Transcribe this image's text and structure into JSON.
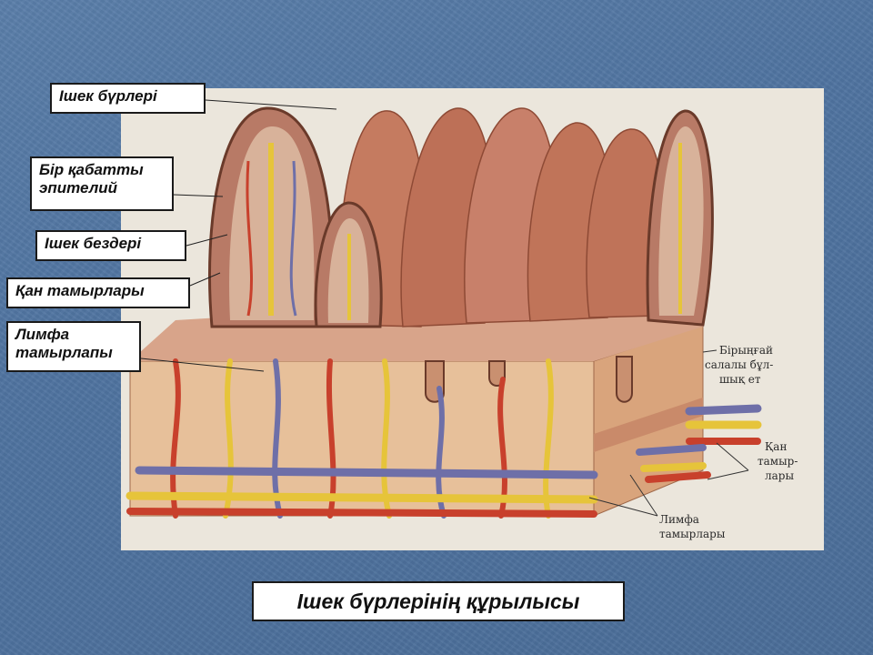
{
  "labels": {
    "villi": "Ішек бүрлері",
    "epithelium_line1": "Бір қабатты",
    "epithelium_line2": "эпителий",
    "glands": "Ішек бездері",
    "blood_vessels": "Қан тамырлары",
    "lymph_line1": "Лимфа",
    "lymph_line2": "тамырлапы"
  },
  "figure_labels": {
    "muscle_line1": "Бірыңғай",
    "muscle_line2": "салалы бұл-",
    "muscle_line3": "шық ет",
    "blood_line1": "Қан",
    "blood_line2": "тамыр-",
    "blood_line3": "лары",
    "lymph_line1": "Лимфа",
    "lymph_line2": "тамырлары"
  },
  "title": "Ішек бүрлерінің құрылысы",
  "colors": {
    "villus": "#c0735a",
    "villus_dark": "#8e4a35",
    "tissue": "#e8c39a",
    "artery": "#c8402c",
    "vein": "#6e6fa8",
    "lymph": "#e6c43a",
    "background": "#4f73a0"
  }
}
